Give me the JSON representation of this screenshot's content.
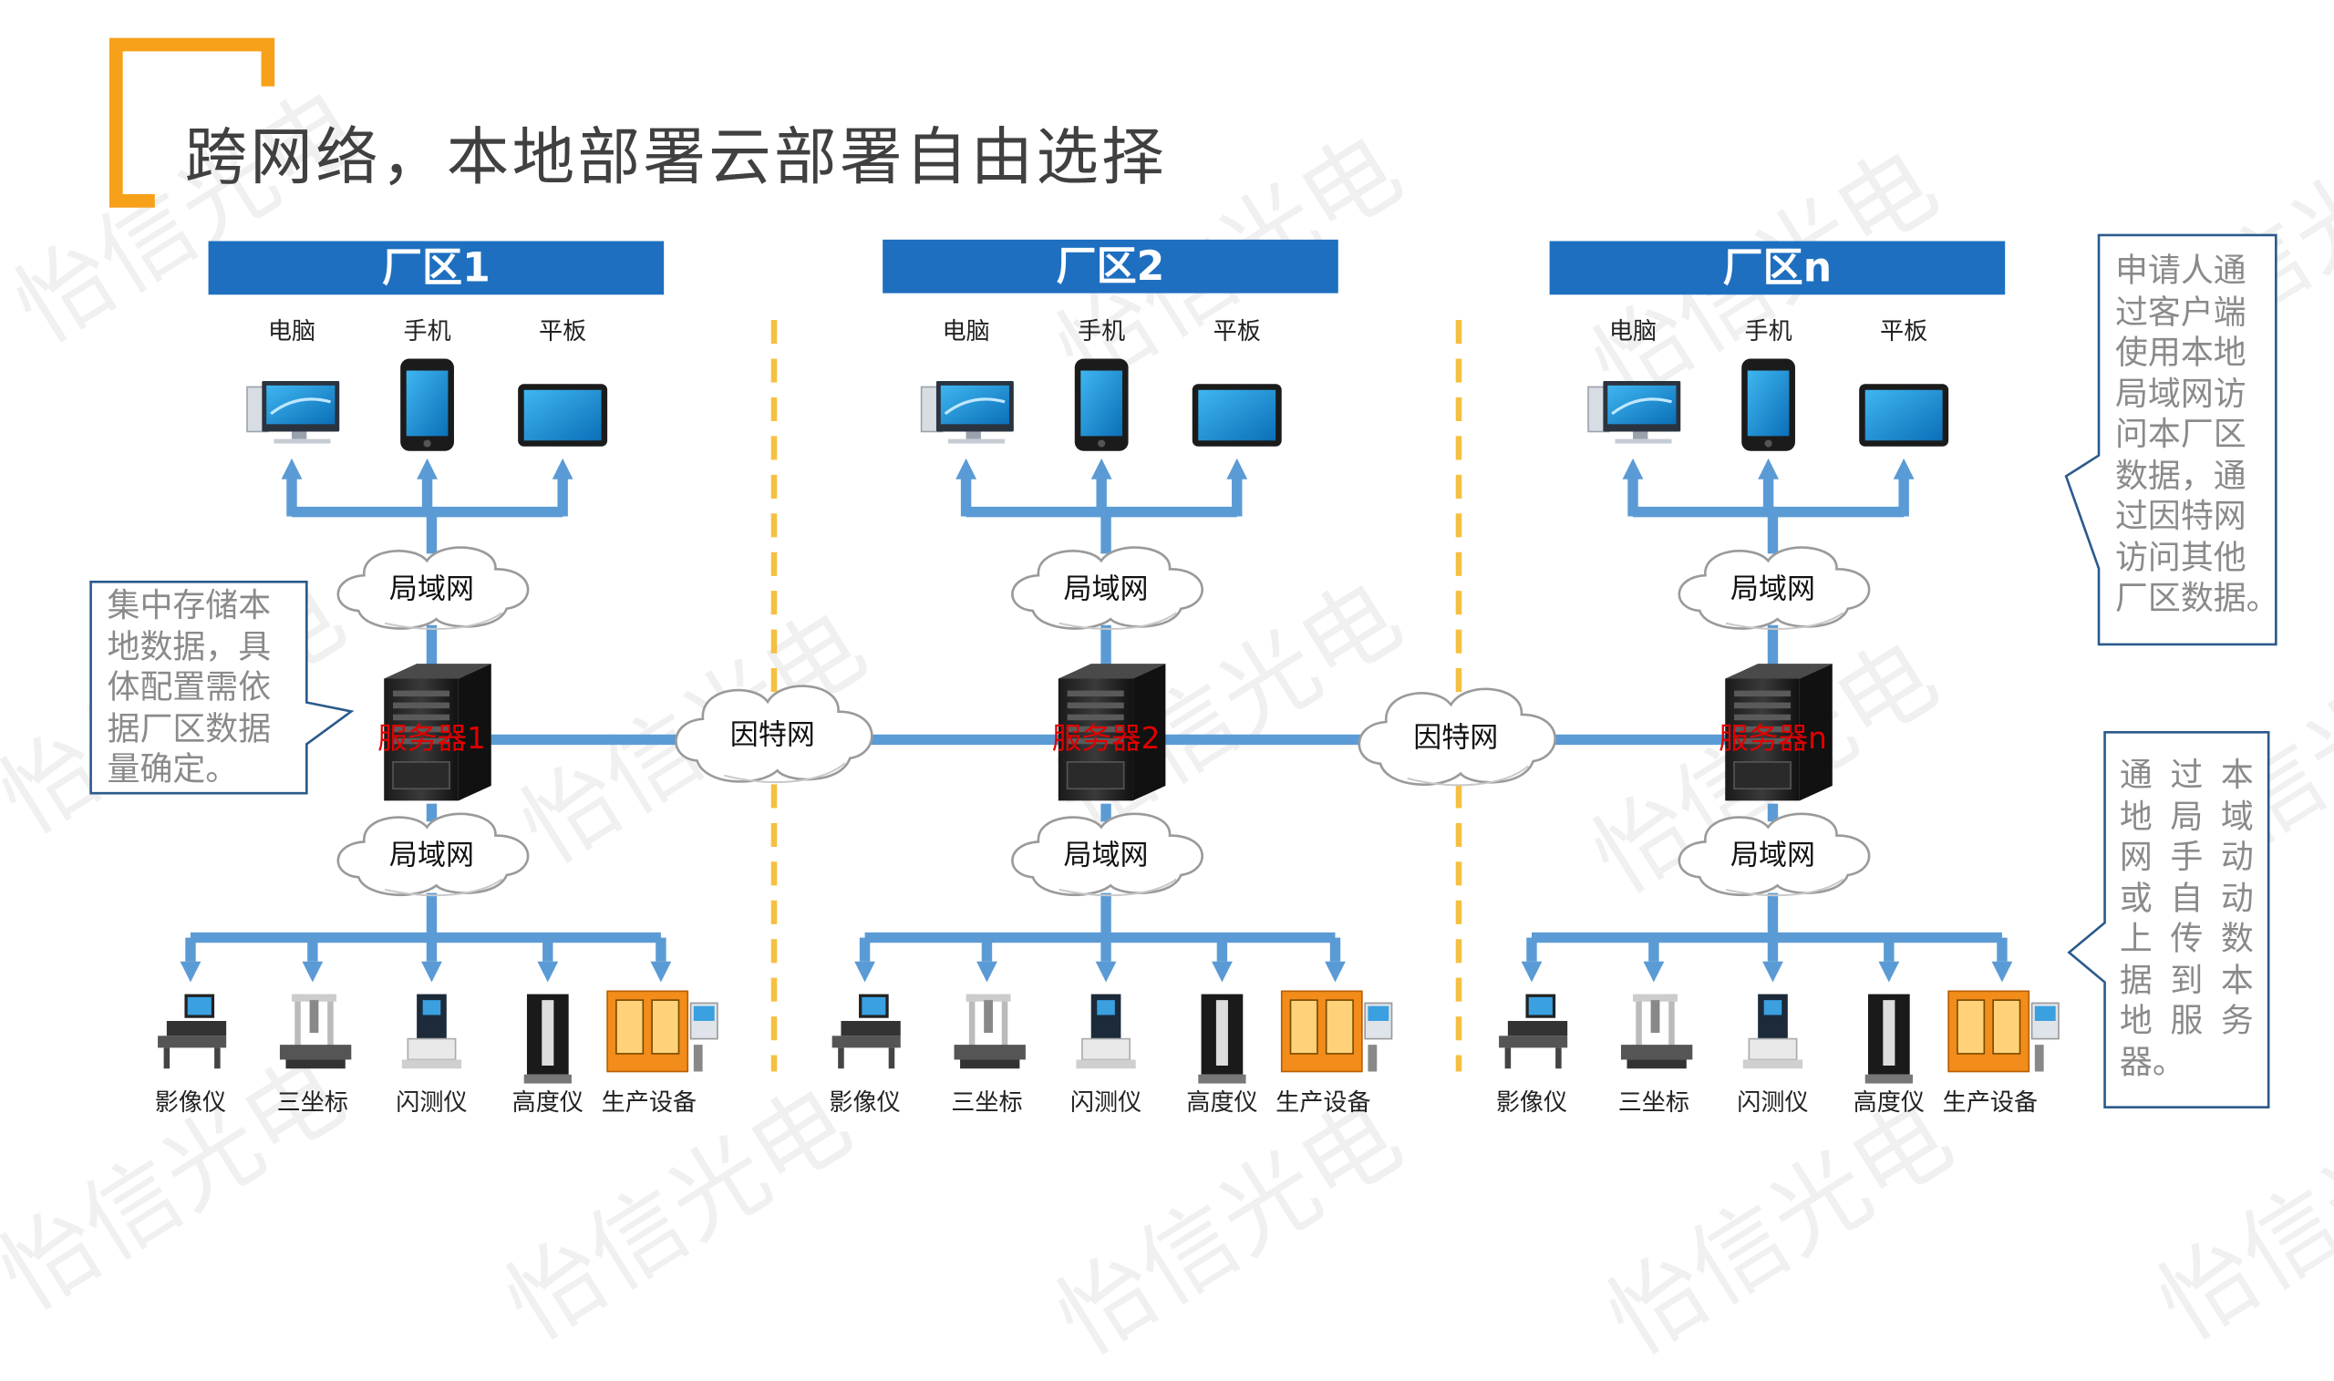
{
  "title": "跨网络，本地部署云部署自由选择",
  "zones": [
    {
      "label": "厂区1",
      "clients": [
        "电脑",
        "手机",
        "平板"
      ],
      "lan_label": "局域网",
      "server_label": "服务器1",
      "devices": [
        "影像仪",
        "三坐标",
        "闪测仪",
        "高度仪",
        "生产设备"
      ]
    },
    {
      "label": "厂区2",
      "clients": [
        "电脑",
        "手机",
        "平板"
      ],
      "lan_label": "局域网",
      "server_label": "服务器2",
      "devices": [
        "影像仪",
        "三坐标",
        "闪测仪",
        "高度仪",
        "生产设备"
      ]
    },
    {
      "label": "厂区n",
      "clients": [
        "电脑",
        "手机",
        "平板"
      ],
      "lan_label": "局域网",
      "server_label": "服务器n",
      "devices": [
        "影像仪",
        "三坐标",
        "闪测仪",
        "高度仪",
        "生产设备"
      ]
    }
  ],
  "internet_label": "因特网",
  "notes": {
    "left": [
      "集中存储本",
      "地数据，具",
      "体配置需依",
      "据厂区数据",
      "量确定。"
    ],
    "right_top": [
      "申请人通",
      "过客户端",
      "使用本地",
      "局域网访",
      "问本厂区",
      "数据，通",
      "过因特网",
      "访问其他",
      "厂区数据。"
    ],
    "right_bottom_columns": [
      [
        "本",
        "域",
        "动",
        "动",
        "数",
        "本",
        "务"
      ],
      [
        "过",
        "局",
        "手",
        "自",
        "传",
        "到",
        "服"
      ],
      [
        "通",
        "地",
        "网",
        "或",
        "上",
        "据",
        "地",
        "器。"
      ]
    ]
  },
  "watermark": "怡信光电",
  "colors": {
    "zone_header": "#1e6fc0",
    "connector": "#5b9bd5",
    "accent_orange": "#f7a11a",
    "divider": "#f5c042",
    "server_label": "#e00000",
    "note_text": "#8a8a8a"
  }
}
